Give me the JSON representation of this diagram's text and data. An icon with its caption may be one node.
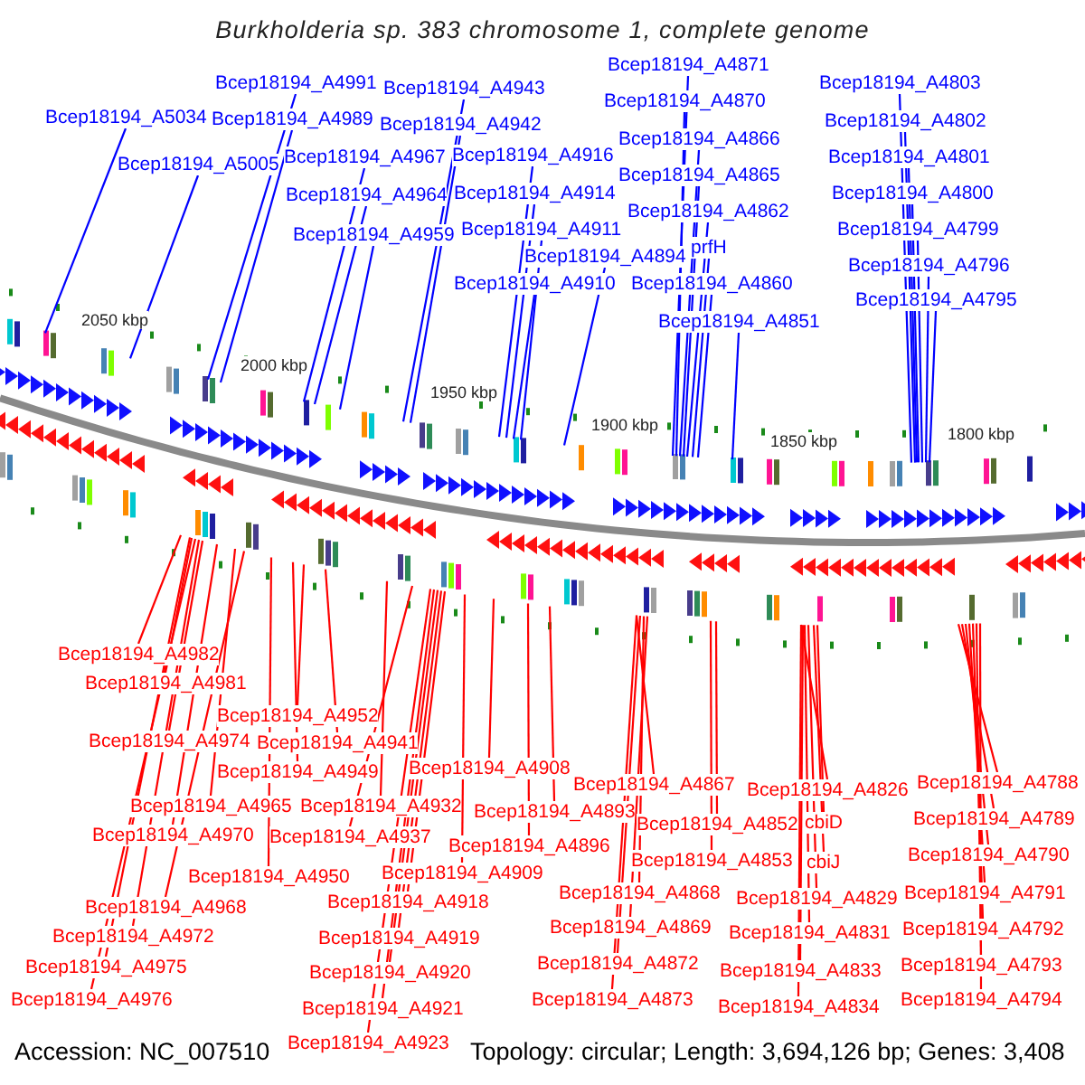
{
  "diagram": {
    "title": "Burkholderia sp. 383 chromosome 1, complete genome",
    "nodes": [
      {
        "text": [
          "Bcep18194_A4871"
        ]
      },
      {
        "text": [
          "Bcep18194_A4991"
        ]
      },
      {
        "text": [
          "Bcep18194_A4803"
        ]
      },
      {
        "text": [
          "Bcep18194_A4943"
        ]
      },
      {
        "text": [
          "Bcep18194_A4870"
        ]
      },
      {
        "text": [
          "Bcep18194_A5034"
        ]
      },
      {
        "text": [
          "Bcep18194_A4989"
        ]
      },
      {
        "text": [
          "Bcep18194_A4802"
        ]
      },
      {
        "text": [
          "Bcep18194_A4942"
        ]
      },
      {
        "text": [
          "Bcep18194_A4866"
        ]
      },
      {
        "text": [
          "Bcep18194_A4916"
        ]
      },
      {
        "text": [
          "Bcep18194_A4967"
        ]
      },
      {
        "text": [
          "Bcep18194_A4801"
        ]
      },
      {
        "text": [
          "Bcep18194_A5005"
        ]
      },
      {
        "text": [
          "Bcep18194_A4865"
        ]
      },
      {
        "text": [
          "Bcep18194_A4914"
        ]
      },
      {
        "text": [
          "Bcep18194_A4964"
        ]
      },
      {
        "text": [
          "Bcep18194_A4800"
        ]
      },
      {
        "text": [
          "Bcep18194_A4862"
        ]
      },
      {
        "text": [
          "Bcep18194_A4911"
        ]
      },
      {
        "text": [
          "Bcep18194_A4799"
        ]
      },
      {
        "text": [
          "Bcep18194_A4959"
        ]
      },
      {
        "text": [
          "prfH"
        ]
      },
      {
        "text": [
          "Bcep18194_A4894"
        ]
      },
      {
        "text": [
          "Bcep18194_A4796"
        ]
      },
      {
        "text": [
          "Bcep18194_A4910"
        ]
      },
      {
        "text": [
          "Bcep18194_A4860"
        ]
      },
      {
        "text": [
          "Bcep18194_A4795"
        ]
      },
      {
        "text": [
          "Bcep18194_A4851"
        ]
      },
      {
        "text": [
          "Bcep18194_A4982"
        ]
      },
      {
        "text": [
          "Bcep18194_A4981"
        ]
      },
      {
        "text": [
          "Bcep18194_A4952"
        ]
      },
      {
        "text": [
          "Bcep18194_A4974"
        ]
      },
      {
        "text": [
          "Bcep18194_A4941"
        ]
      },
      {
        "text": [
          "Bcep18194_A4949"
        ]
      },
      {
        "text": [
          "Bcep18194_A4908"
        ]
      },
      {
        "text": [
          "Bcep18194_A4867"
        ]
      },
      {
        "text": [
          "Bcep18194_A4788"
        ]
      },
      {
        "text": [
          "Bcep18194_A4826"
        ]
      },
      {
        "text": [
          "Bcep18194_A4965"
        ]
      },
      {
        "text": [
          "Bcep18194_A4932"
        ]
      },
      {
        "text": [
          "Bcep18194_A4893"
        ]
      },
      {
        "text": [
          "Bcep18194_A4789"
        ]
      },
      {
        "text": [
          "cbiD"
        ]
      },
      {
        "text": [
          "Bcep18194_A4852"
        ]
      },
      {
        "text": [
          "Bcep18194_A4970"
        ]
      },
      {
        "text": [
          "Bcep18194_A4937"
        ]
      },
      {
        "text": [
          "Bcep18194_A4896"
        ]
      },
      {
        "text": [
          "Bcep18194_A4790"
        ]
      },
      {
        "text": [
          "Bcep18194_A4853"
        ]
      },
      {
        "text": [
          "cbiJ"
        ]
      },
      {
        "text": [
          "Bcep18194_A4909"
        ]
      },
      {
        "text": [
          "Bcep18194_A4950"
        ]
      },
      {
        "text": [
          "Bcep18194_A4868"
        ]
      },
      {
        "text": [
          "Bcep18194_A4791"
        ]
      },
      {
        "text": [
          "Bcep18194_A4829"
        ]
      },
      {
        "text": [
          "Bcep18194_A4918"
        ]
      },
      {
        "text": [
          "Bcep18194_A4968"
        ]
      },
      {
        "text": [
          "Bcep18194_A4869"
        ]
      },
      {
        "text": [
          "Bcep18194_A4831"
        ]
      },
      {
        "text": [
          "Bcep18194_A4792"
        ]
      },
      {
        "text": [
          "Bcep18194_A4972"
        ]
      },
      {
        "text": [
          "Bcep18194_A4919"
        ]
      },
      {
        "text": [
          "Bcep18194_A4872"
        ]
      },
      {
        "text": [
          "Bcep18194_A4793"
        ]
      },
      {
        "text": [
          "Bcep18194_A4975"
        ]
      },
      {
        "text": [
          "Bcep18194_A4833"
        ]
      },
      {
        "text": [
          "Bcep18194_A4920"
        ]
      },
      {
        "text": [
          "Bcep18194_A4976"
        ]
      },
      {
        "text": [
          "Bcep18194_A4873"
        ]
      },
      {
        "text": [
          "Bcep18194_A4834"
        ]
      },
      {
        "text": [
          "Bcep18194_A4794"
        ]
      },
      {
        "text": [
          "Bcep18194_A4921"
        ]
      },
      {
        "text": [
          "Bcep18194_A4923"
        ]
      }
    ],
    "edges": [
      {
        "from": 0,
        "to": null,
        "arrow": "none",
        "color": "#0000ff"
      },
      {
        "from": 1,
        "to": null,
        "arrow": "none",
        "color": "#0000ff"
      },
      {
        "from": 2,
        "to": null,
        "arrow": "none",
        "color": "#0000ff"
      },
      {
        "from": 3,
        "to": null,
        "arrow": "none",
        "color": "#0000ff"
      },
      {
        "from": 4,
        "to": null,
        "arrow": "none",
        "color": "#0000ff"
      },
      {
        "from": 5,
        "to": null,
        "arrow": "none",
        "color": "#0000ff"
      },
      {
        "from": 6,
        "to": null,
        "arrow": "none",
        "color": "#0000ff"
      },
      {
        "from": 7,
        "to": null,
        "arrow": "none",
        "color": "#0000ff"
      },
      {
        "from": 8,
        "to": null,
        "arrow": "none",
        "color": "#0000ff"
      },
      {
        "from": 9,
        "to": null,
        "arrow": "none",
        "color": "#0000ff"
      },
      {
        "from": 10,
        "to": null,
        "arrow": "none",
        "color": "#0000ff"
      },
      {
        "from": 11,
        "to": null,
        "arrow": "none",
        "color": "#0000ff"
      },
      {
        "from": 12,
        "to": null,
        "arrow": "none",
        "color": "#0000ff"
      },
      {
        "from": 13,
        "to": null,
        "arrow": "none",
        "color": "#0000ff"
      },
      {
        "from": 14,
        "to": null,
        "arrow": "none",
        "color": "#0000ff"
      },
      {
        "from": 15,
        "to": null,
        "arrow": "none",
        "color": "#0000ff"
      },
      {
        "from": 16,
        "to": null,
        "arrow": "none",
        "color": "#0000ff"
      },
      {
        "from": 17,
        "to": null,
        "arrow": "none",
        "color": "#0000ff"
      },
      {
        "from": 18,
        "to": null,
        "arrow": "none",
        "color": "#0000ff"
      },
      {
        "from": 19,
        "to": null,
        "arrow": "none",
        "color": "#0000ff"
      },
      {
        "from": 20,
        "to": null,
        "arrow": "none",
        "color": "#0000ff"
      },
      {
        "from": 21,
        "to": null,
        "arrow": "none",
        "color": "#0000ff"
      },
      {
        "from": 22,
        "to": null,
        "arrow": "none",
        "color": "#0000ff"
      },
      {
        "from": 23,
        "to": null,
        "arrow": "none",
        "color": "#0000ff"
      },
      {
        "from": 24,
        "to": null,
        "arrow": "none",
        "color": "#0000ff"
      },
      {
        "from": 25,
        "to": null,
        "arrow": "none",
        "color": "#0000ff"
      },
      {
        "from": 26,
        "to": null,
        "arrow": "none",
        "color": "#0000ff"
      },
      {
        "from": 27,
        "to": null,
        "arrow": "none",
        "color": "#0000ff"
      },
      {
        "from": 28,
        "to": null,
        "arrow": "none",
        "color": "#0000ff"
      },
      {
        "from": 29,
        "to": null,
        "arrow": "none"
      },
      {
        "from": 30,
        "to": null,
        "arrow": "none"
      },
      {
        "from": 31,
        "to": null,
        "arrow": "none"
      },
      {
        "from": 32,
        "to": null,
        "arrow": "none"
      },
      {
        "from": 33,
        "to": null,
        "arrow": "none"
      },
      {
        "from": 34,
        "to": null,
        "arrow": "none"
      },
      {
        "from": 35,
        "to": null,
        "arrow": "none"
      },
      {
        "from": 36,
        "to": null,
        "arrow": "none"
      },
      {
        "from": 37,
        "to": null,
        "arrow": "none"
      },
      {
        "from": 38,
        "to": null,
        "arrow": "none"
      },
      {
        "from": 39,
        "to": null,
        "arrow": "none"
      },
      {
        "from": 40,
        "to": null,
        "arrow": "none"
      },
      {
        "from": 41,
        "to": null,
        "arrow": "none"
      },
      {
        "from": 42,
        "to": null,
        "arrow": "none"
      },
      {
        "from": 43,
        "to": null,
        "arrow": "none"
      },
      {
        "from": 44,
        "to": null,
        "arrow": "none"
      },
      {
        "from": 45,
        "to": null,
        "arrow": "none"
      },
      {
        "from": 46,
        "to": null,
        "arrow": "none"
      },
      {
        "from": 47,
        "to": null,
        "arrow": "none"
      },
      {
        "from": 48,
        "to": null,
        "arrow": "none"
      },
      {
        "from": 49,
        "to": null,
        "arrow": "none"
      },
      {
        "from": 50,
        "to": null,
        "arrow": "none"
      },
      {
        "from": 51,
        "to": null,
        "arrow": "none"
      },
      {
        "from": 52,
        "to": null,
        "arrow": "none"
      },
      {
        "from": 53,
        "to": null,
        "arrow": "none"
      },
      {
        "from": 54,
        "to": null,
        "arrow": "none"
      },
      {
        "from": 55,
        "to": null,
        "arrow": "none"
      },
      {
        "from": 56,
        "to": null,
        "arrow": "none"
      },
      {
        "from": 57,
        "to": null,
        "arrow": "none"
      },
      {
        "from": 58,
        "to": null,
        "arrow": "none"
      },
      {
        "from": 59,
        "to": null,
        "arrow": "none"
      },
      {
        "from": 60,
        "to": null,
        "arrow": "none"
      },
      {
        "from": 61,
        "to": null,
        "arrow": "none"
      },
      {
        "from": 62,
        "to": null,
        "arrow": "none"
      },
      {
        "from": 63,
        "to": null,
        "arrow": "none"
      },
      {
        "from": 64,
        "to": null,
        "arrow": "none"
      },
      {
        "from": 65,
        "to": null,
        "arrow": "none"
      },
      {
        "from": 66,
        "to": null,
        "arrow": "none"
      },
      {
        "from": 67,
        "to": null,
        "arrow": "none"
      },
      {
        "from": 68,
        "to": null,
        "arrow": "none"
      },
      {
        "from": 69,
        "to": null,
        "arrow": "none"
      },
      {
        "from": 70,
        "to": null,
        "arrow": "none"
      },
      {
        "from": 71,
        "to": null,
        "arrow": "none"
      },
      {
        "from": 72,
        "to": null,
        "arrow": "none"
      },
      {
        "from": 73,
        "to": null,
        "arrow": "none"
      }
    ],
    "labels": [
      "2050 kbp",
      "2000 kbp",
      "1950 kbp",
      "1900 kbp",
      "1850 kbp",
      "1800 kbp",
      "Accession: NC_007510",
      "Topology: circular; Length: 3,694,126 bp; Genes: 3,408"
    ]
  }
}
